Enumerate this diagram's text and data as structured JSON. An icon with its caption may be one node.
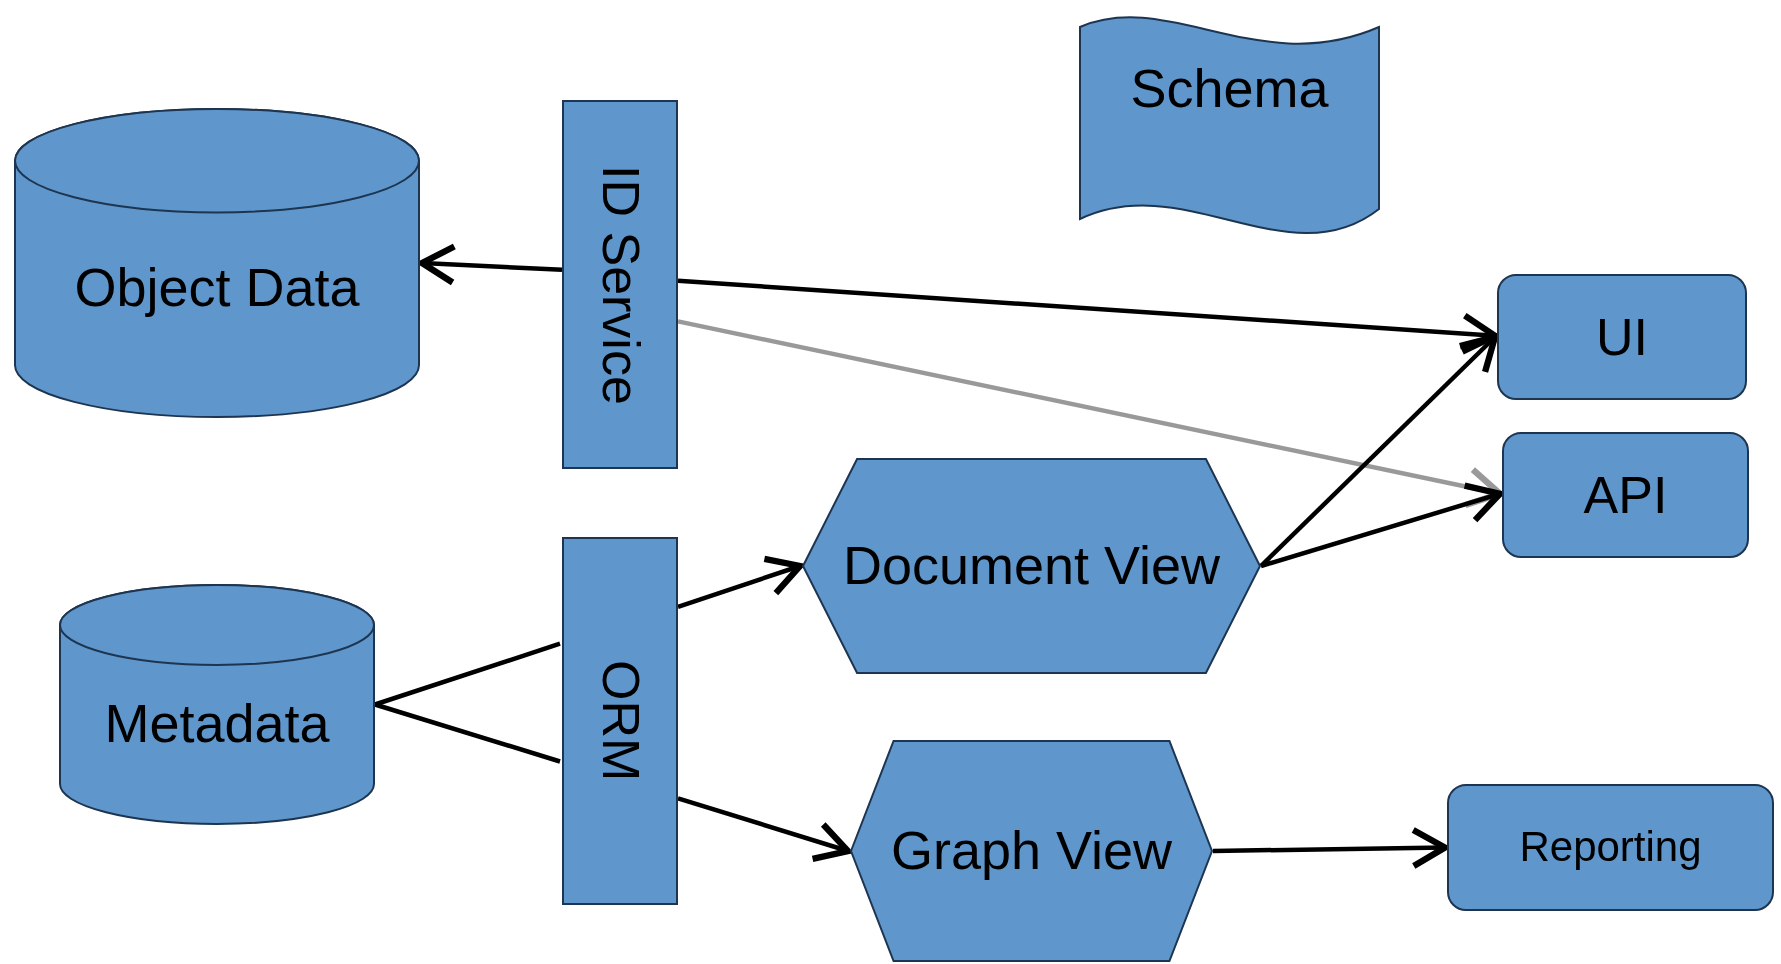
{
  "diagram": {
    "nodes": [
      {
        "text": [
          "Object Data"
        ]
      },
      {
        "text": [
          "ID Service"
        ]
      },
      {
        "text": [
          "Schema"
        ]
      },
      {
        "text": [
          "UI"
        ]
      },
      {
        "text": [
          "API"
        ]
      },
      {
        "text": [
          "Document View"
        ]
      },
      {
        "text": [
          "Metadata"
        ]
      },
      {
        "text": [
          "ORM"
        ]
      },
      {
        "text": [
          "Graph View"
        ]
      },
      {
        "text": [
          "Reporting"
        ]
      }
    ],
    "edges": [
      {
        "from": 1,
        "to": 0,
        "arrow": "to"
      },
      {
        "from": 1,
        "to": 3,
        "arrow": "to"
      },
      {
        "from": 1,
        "to": 4,
        "arrow": "to",
        "color": "#999999"
      },
      {
        "from": 6,
        "to": 7,
        "arrow": "none"
      },
      {
        "from": 6,
        "to": 7,
        "arrow": "none"
      },
      {
        "from": 7,
        "to": 5,
        "arrow": "to"
      },
      {
        "from": 7,
        "to": 8,
        "arrow": "to"
      },
      {
        "from": 5,
        "to": 3,
        "arrow": "to"
      },
      {
        "from": 5,
        "to": 4,
        "arrow": "to"
      },
      {
        "from": 8,
        "to": 9,
        "arrow": "to"
      }
    ]
  }
}
